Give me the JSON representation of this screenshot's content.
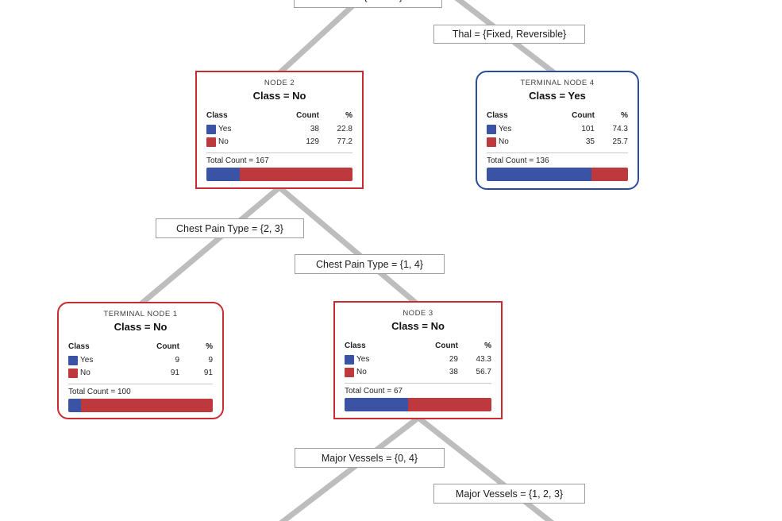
{
  "colors": {
    "yes_blue": "#3A53A4",
    "no_red": "#BE393E",
    "node_red_border": "#CB2B30",
    "node_blue_border": "#2B4DA1",
    "edge_gray": "#BDBDBD"
  },
  "table_headers": {
    "class": "Class",
    "count": "Count",
    "percent": "%"
  },
  "edge_labels": {
    "root": "Thal = {Normal}",
    "thal_right": "Thal = {Fixed, Reversible}",
    "cpt_left": "Chest Pain Type = {2, 3}",
    "cpt_right": "Chest Pain Type = {1, 4}",
    "mv_left": "Major Vessels = {0, 4}",
    "mv_right": "Major Vessels = {1, 2, 3}"
  },
  "nodes": {
    "node2": {
      "title": "NODE 2",
      "class_label": "Class = No",
      "rows": [
        {
          "label": "Yes",
          "count": "38",
          "pct": "22.8"
        },
        {
          "label": "No",
          "count": "129",
          "pct": "77.2"
        }
      ],
      "total": "Total Count = 167",
      "bar_yes_pct": 22.8
    },
    "terminal4": {
      "title": "TERMINAL NODE 4",
      "class_label": "Class = Yes",
      "rows": [
        {
          "label": "Yes",
          "count": "101",
          "pct": "74.3"
        },
        {
          "label": "No",
          "count": "35",
          "pct": "25.7"
        }
      ],
      "total": "Total Count = 136",
      "bar_yes_pct": 74.3
    },
    "terminal1": {
      "title": "TERMINAL NODE 1",
      "class_label": "Class = No",
      "rows": [
        {
          "label": "Yes",
          "count": "9",
          "pct": "9"
        },
        {
          "label": "No",
          "count": "91",
          "pct": "91"
        }
      ],
      "total": "Total Count = 100",
      "bar_yes_pct": 9
    },
    "node3": {
      "title": "NODE 3",
      "class_label": "Class = No",
      "rows": [
        {
          "label": "Yes",
          "count": "29",
          "pct": "43.3"
        },
        {
          "label": "No",
          "count": "38",
          "pct": "56.7"
        }
      ],
      "total": "Total Count = 67",
      "bar_yes_pct": 43.3
    }
  }
}
